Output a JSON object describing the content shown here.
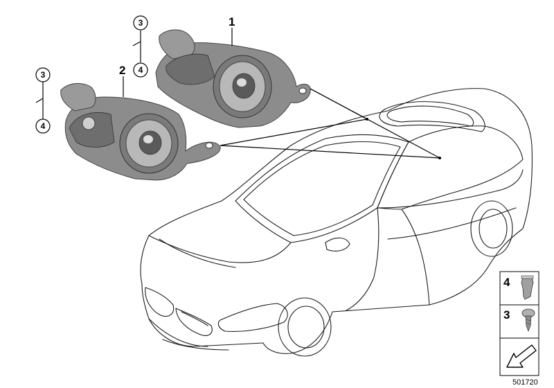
{
  "callouts": {
    "part1": "1",
    "part2": "2",
    "sub3_upper": "3",
    "sub4_upper": "4",
    "sub3_lower": "3",
    "sub4_lower": "4"
  },
  "legend": {
    "items": [
      {
        "number": "4",
        "icon": "expanding-nut-icon"
      },
      {
        "number": "3",
        "icon": "self-tapping-screw-icon"
      }
    ],
    "arrow_icon": "arrow-bottom-left-icon"
  },
  "diagram_number": "501720"
}
